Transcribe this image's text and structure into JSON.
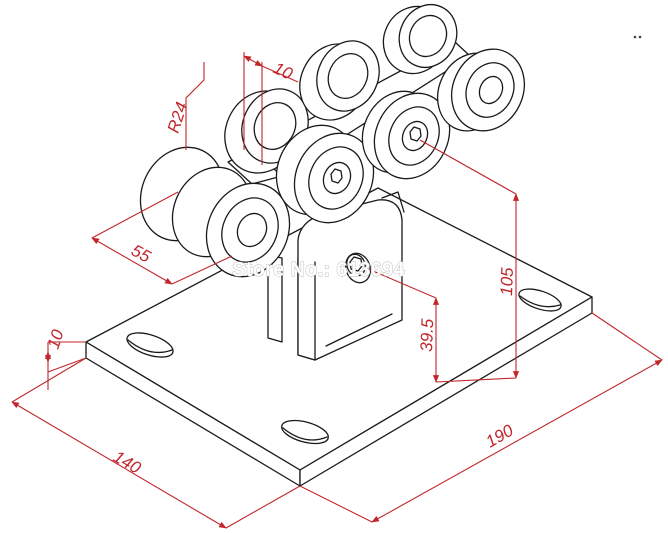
{
  "dimensions": {
    "radius": "R24",
    "wheel_gap": "10",
    "wheel_offset": "55",
    "plate_thickness": "10",
    "plate_width": "140",
    "plate_length": "190",
    "axle_height": "39.5",
    "rail_height": "105"
  },
  "watermark": "Store No.: 613694",
  "colors": {
    "dimension": "#c0262c",
    "ink": "#1a1a1a",
    "background": "#ffffff"
  }
}
